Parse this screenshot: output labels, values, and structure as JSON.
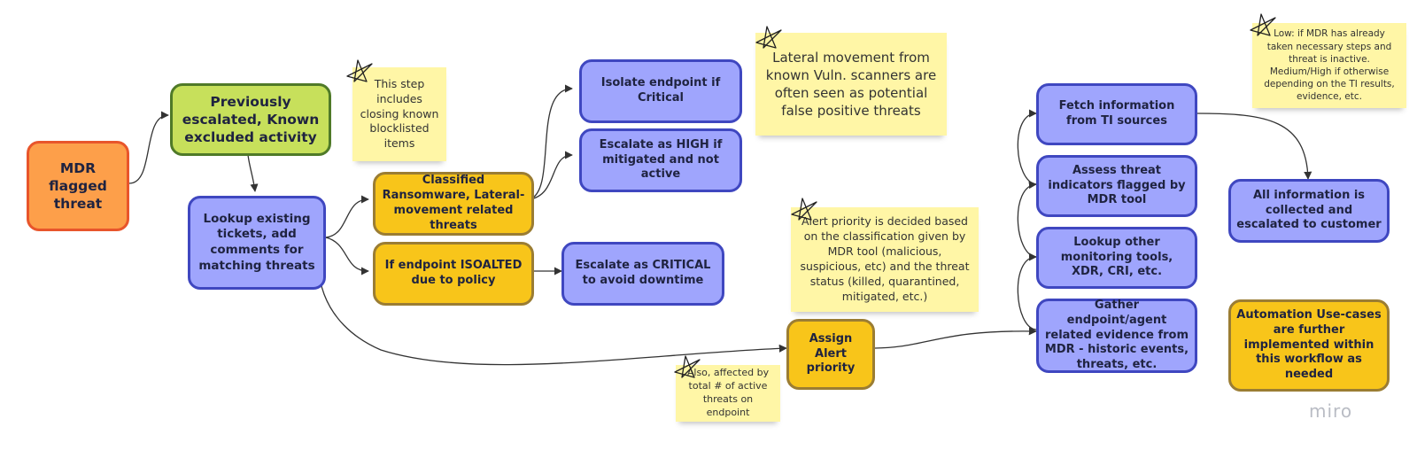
{
  "nodes": {
    "mdr_flagged": "MDR flagged threat",
    "previously_escalated": "Previously escalated, Known excluded activity",
    "lookup_tickets": "Lookup existing tickets, add comments for matching threats",
    "classified_ransomware": "Classified Ransomware, Lateral-movement related threats",
    "endpoint_isolated": "If endpoint ISOALTED due to policy",
    "isolate_endpoint": "Isolate endpoint if Critical",
    "escalate_high": "Escalate as HIGH if mitigated and not active",
    "escalate_critical": "Escalate as CRITICAL to avoid downtime",
    "assign_priority": "Assign Alert priority",
    "fetch_ti": "Fetch information from TI sources",
    "assess_indicators": "Assess threat indicators flagged by MDR tool",
    "lookup_monitoring": "Lookup other monitoring tools, XDR, CRI, etc.",
    "gather_evidence": "Gather endpoint/agent related evidence from MDR - historic events, threats, etc.",
    "all_collected": "All information is collected and escalated to customer",
    "automation": "Automation Use-cases are further implemented within this workflow as needed"
  },
  "notes": {
    "blocklisted": "This step includes closing known blocklisted items",
    "lateral_movement": "Lateral movement from known Vuln. scanners are often seen as potential false positive threats",
    "alert_priority": "Alert priority is decided based on the classification given by MDR tool (malicious, suspicious, etc) and the threat status (killed, quarantined, mitigated, etc.)",
    "active_threats": "Also, affected by total # of active threats on endpoint",
    "low_medium_high": "Low: if MDR has already taken necessary steps and threat is inactive. Medium/High if otherwise depending on the TI results, evidence, etc."
  },
  "brand": "miro",
  "colors": {
    "orange": "#fd9f4a",
    "green": "#c7e05b",
    "blue": "#9fa5fd",
    "yellow": "#f8c51a",
    "sticky": "#fff6a6",
    "connector": "#333333"
  }
}
